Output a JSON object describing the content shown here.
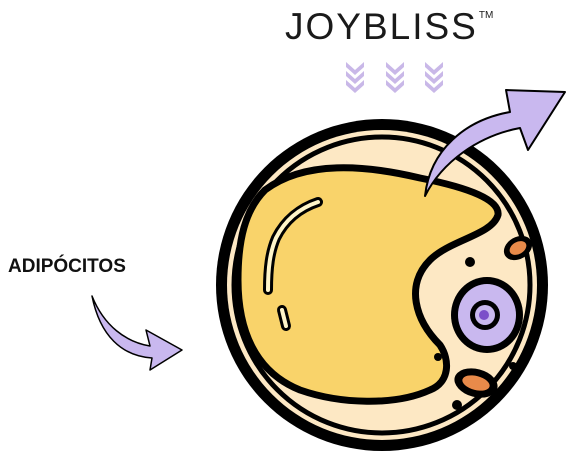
{
  "brand": {
    "name": "JOYBLISS",
    "trademark": "TM",
    "color": "#1a1a1a",
    "chevron_color": "#c9b8e8"
  },
  "diagram": {
    "label": "ADIPÓCITOS",
    "cell_outer_color": "#fde8c4",
    "lipid_droplet_color": "#f9d36a",
    "nucleus_color": "#c9b8ef",
    "nucleolus_color": "#7b4fc9",
    "organelle_color": "#e88a4a",
    "arrow_color": "#c9b8ef",
    "outline_color": "#000000"
  }
}
